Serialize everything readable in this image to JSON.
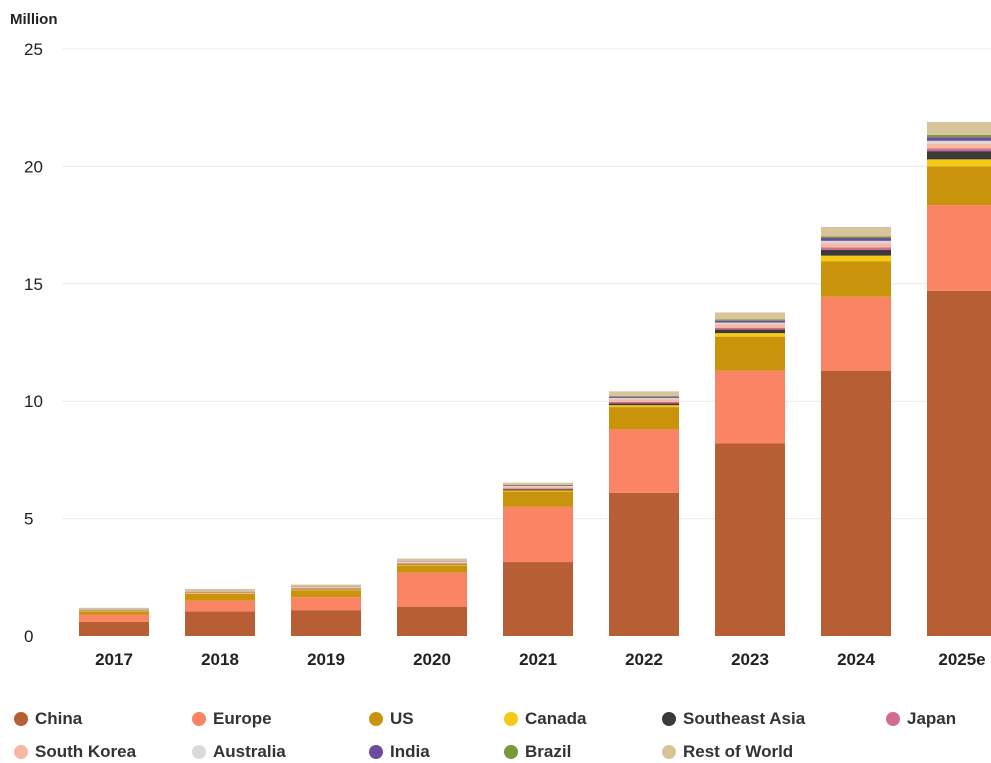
{
  "chart_data": {
    "type": "bar",
    "stacked": true,
    "unit_label": "Million",
    "title": "",
    "xlabel": "",
    "ylabel": "",
    "ylim": [
      0,
      25
    ],
    "yticks": [
      0,
      5,
      10,
      15,
      20,
      25
    ],
    "grid": true,
    "legend_position": "bottom",
    "categories": [
      "2017",
      "2018",
      "2019",
      "2020",
      "2021",
      "2022",
      "2023",
      "2024",
      "2025e"
    ],
    "series": [
      {
        "name": "China",
        "color": "#b85e35",
        "values": [
          0.6,
          1.05,
          1.1,
          1.25,
          3.15,
          6.1,
          8.2,
          11.3,
          14.7
        ]
      },
      {
        "name": "Europe",
        "color": "#fa8464",
        "values": [
          0.3,
          0.45,
          0.55,
          1.45,
          2.35,
          2.7,
          3.1,
          3.15,
          3.65
        ]
      },
      {
        "name": "US",
        "color": "#c9930b",
        "values": [
          0.15,
          0.3,
          0.3,
          0.3,
          0.65,
          0.95,
          1.45,
          1.5,
          1.65
        ]
      },
      {
        "name": "Canada",
        "color": "#f4ca16",
        "values": [
          0.02,
          0.03,
          0.04,
          0.04,
          0.05,
          0.08,
          0.15,
          0.25,
          0.3
        ]
      },
      {
        "name": "Southeast Asia",
        "color": "#3a3a3a",
        "values": [
          0.01,
          0.01,
          0.02,
          0.02,
          0.04,
          0.08,
          0.15,
          0.25,
          0.35
        ]
      },
      {
        "name": "Japan",
        "color": "#d36b90",
        "values": [
          0.02,
          0.03,
          0.03,
          0.03,
          0.04,
          0.06,
          0.08,
          0.1,
          0.12
        ]
      },
      {
        "name": "South Korea",
        "color": "#f7b9a2",
        "values": [
          0.02,
          0.03,
          0.03,
          0.05,
          0.08,
          0.12,
          0.15,
          0.18,
          0.2
        ]
      },
      {
        "name": "Australia",
        "color": "#d9d9d9",
        "values": [
          0.01,
          0.01,
          0.02,
          0.02,
          0.03,
          0.05,
          0.07,
          0.1,
          0.12
        ]
      },
      {
        "name": "India",
        "color": "#6a4c9c",
        "values": [
          0.01,
          0.01,
          0.01,
          0.01,
          0.02,
          0.05,
          0.08,
          0.12,
          0.15
        ]
      },
      {
        "name": "Brazil",
        "color": "#7a9a3a",
        "values": [
          0.01,
          0.01,
          0.01,
          0.01,
          0.02,
          0.03,
          0.05,
          0.07,
          0.1
        ]
      },
      {
        "name": "Rest of World",
        "color": "#d8c49a",
        "values": [
          0.05,
          0.07,
          0.08,
          0.12,
          0.1,
          0.2,
          0.3,
          0.4,
          0.55
        ]
      }
    ]
  }
}
